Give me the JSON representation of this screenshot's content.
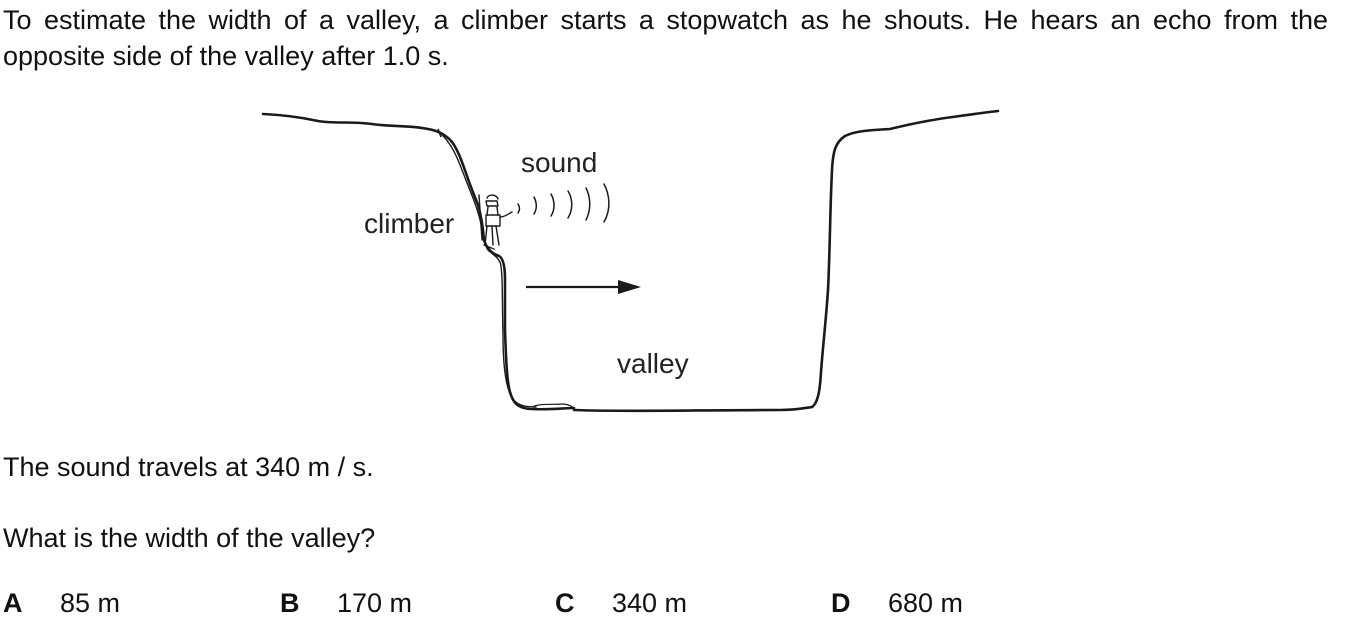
{
  "question": {
    "intro": "To estimate the width of a valley, a climber starts a stopwatch as he shouts. He hears an echo from the opposite side of the valley after 1.0 s.",
    "speed_statement": "The sound travels at 340 m / s.",
    "prompt": "What is the width of the valley?"
  },
  "figure": {
    "labels": {
      "sound": "sound",
      "climber": "climber",
      "valley": "valley"
    }
  },
  "options": [
    {
      "letter": "A",
      "value": "85 m"
    },
    {
      "letter": "B",
      "value": "170 m"
    },
    {
      "letter": "C",
      "value": "340 m"
    },
    {
      "letter": "D",
      "value": "680 m"
    }
  ]
}
